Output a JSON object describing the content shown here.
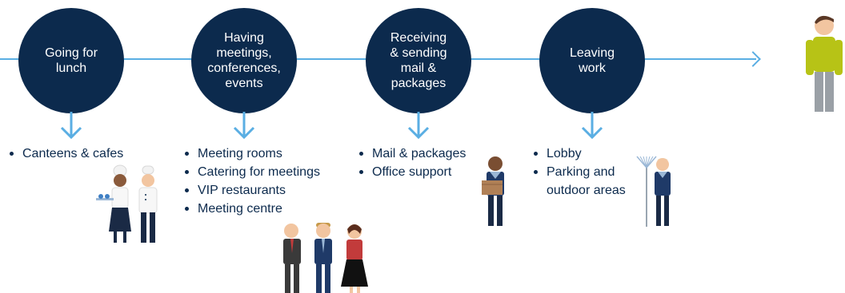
{
  "colors": {
    "circle": "#0c2a4d",
    "line": "#5aaee3",
    "text": "#0c2a4d",
    "circle_text": "#ffffff"
  },
  "stages": [
    {
      "label": "Going for\nlunch",
      "items": [
        "Canteens & cafes"
      ]
    },
    {
      "label": "Having\nmeetings,\nconferences,\nevents",
      "items": [
        "Meeting rooms",
        "Catering for meetings",
        "VIP restaurants",
        "Meeting centre"
      ]
    },
    {
      "label": "Receiving\n& sending\nmail &\npackages",
      "items": [
        "Mail & packages",
        "Office support"
      ]
    },
    {
      "label": "Leaving\nwork",
      "items": [
        "Lobby",
        "Parking and\noutdoor areas"
      ]
    }
  ],
  "illustrations": [
    "chefs-illustration",
    "business-people-illustration",
    "mail-worker-illustration",
    "groundskeeper-illustration",
    "person-standing-illustration"
  ]
}
